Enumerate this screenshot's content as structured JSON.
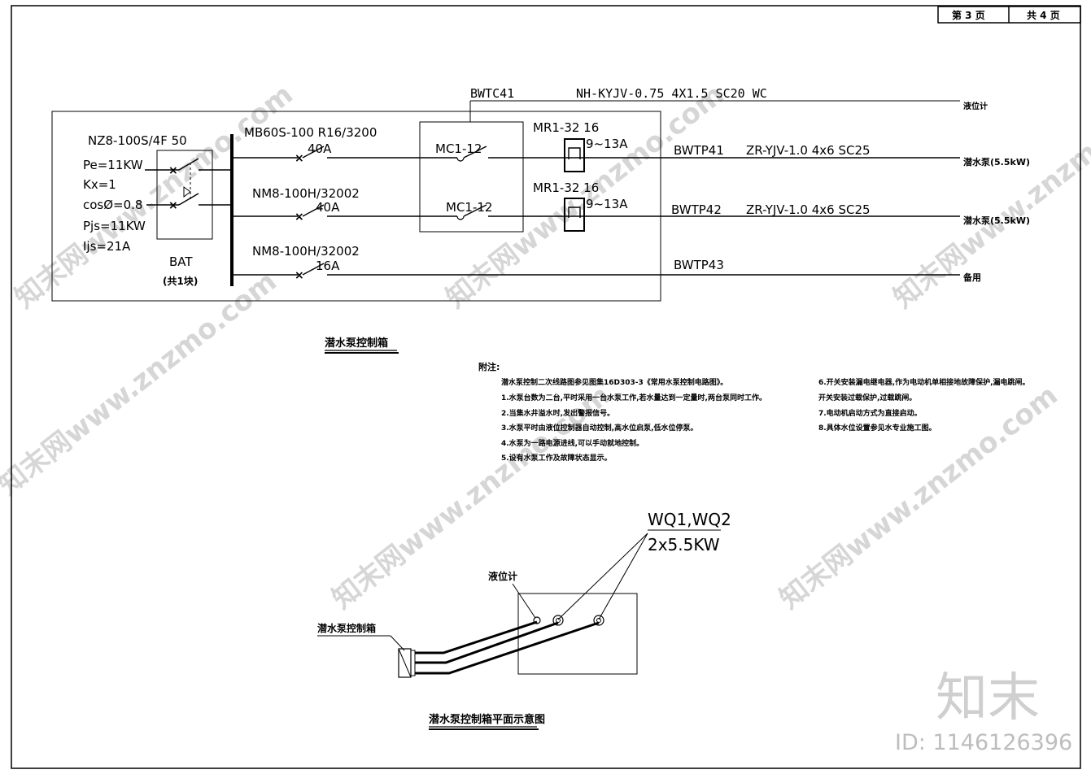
{
  "title_block": {
    "page_current": "第 3 页",
    "page_total": "共 4 页"
  },
  "cables": {
    "control": {
      "code": "BWTC41",
      "spec": "NH-KYJV-0.75 4X1.5 SC20 WC",
      "dest": "液位计"
    },
    "line1": {
      "code": "BWTP41",
      "spec": "ZR-YJV-1.0 4x6 SC25",
      "dest": "潜水泵(5.5kW)"
    },
    "line2": {
      "code": "BWTP42",
      "spec": "ZR-YJV-1.0 4x6 SC25",
      "dest": "潜水泵(5.5kW)"
    },
    "line3": {
      "code": "BWTP43",
      "dest": "备用"
    }
  },
  "incoming": {
    "switch": "NZ8-100S/4F 50",
    "params": [
      "Pe=11KW",
      "Kx=1",
      "cosØ=0.8",
      "Pjs=11KW",
      "Ijs=21A"
    ],
    "bat": "BAT",
    "bat_note": "(共1块)"
  },
  "breakers": [
    {
      "model": "MB60S-100 R16/3200",
      "rating": "40A"
    },
    {
      "model": "NM8-100H/32002",
      "rating": "40A"
    },
    {
      "model": "NM8-100H/32002",
      "rating": "16A"
    }
  ],
  "contactors": [
    "MC1-12",
    "MC1-12"
  ],
  "relays": [
    {
      "model": "MR1-32 16",
      "range": "9~13A"
    },
    {
      "model": "MR1-32 16",
      "range": "9~13A"
    }
  ],
  "box_title": "潜水泵控制箱",
  "notes": {
    "heading": "附注:",
    "left": [
      "潜水泵控制二次线路图参见图集16D303-3《常用水泵控制电路图》。",
      "1.水泵台数为二台,平时采用一台水泵工作,若水量达到一定量时,两台泵同时工作。",
      "2.当集水井溢水时,发出警报信号。",
      "3.水泵平时由液位控制器自动控制,高水位启泵,低水位停泵。",
      "4.水泵为一路电源进线,可以手动就地控制。",
      "5.设有水泵工作及故障状态显示。"
    ],
    "right": [
      "6.开关安装漏电继电器,作为电动机单相接地故障保护,漏电跳闸。",
      "开关安装过载保护,过载跳闸。",
      "7.电动机启动方式为直接启动。",
      "8.具体水位设置参见水专业施工图。"
    ]
  },
  "plan": {
    "pump_label": "WQ1,WQ2",
    "pump_power": "2x5.5KW",
    "level_meter": "液位计",
    "box_label": "潜水泵控制箱",
    "title": "潜水泵控制箱平面示意图"
  },
  "watermark": {
    "text": "知末网www.znzmo.com",
    "brand": "知末",
    "id": "ID: 1146126396"
  }
}
